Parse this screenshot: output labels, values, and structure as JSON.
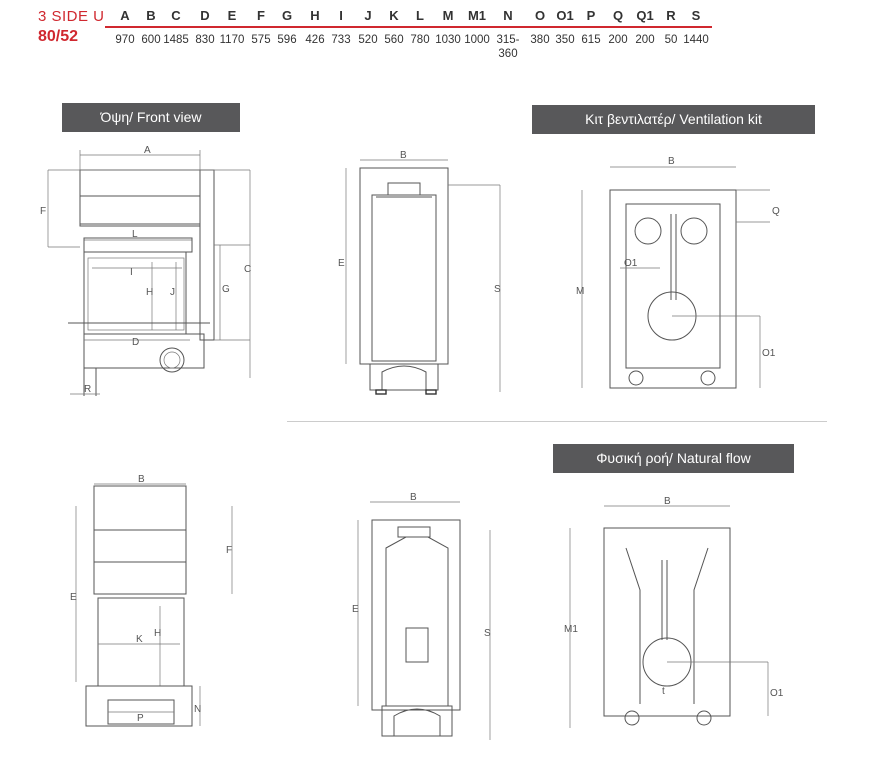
{
  "model": {
    "name": "3 SIDE U",
    "size": "80/52"
  },
  "dimension_table": {
    "headers": [
      "A",
      "B",
      "C",
      "D",
      "E",
      "F",
      "G",
      "H",
      "I",
      "J",
      "K",
      "L",
      "M",
      "M1",
      "N",
      "O",
      "O1",
      "P",
      "Q",
      "Q1",
      "R",
      "S"
    ],
    "values": [
      "970",
      "600",
      "1485",
      "830",
      "1170",
      "575",
      "596",
      "426",
      "733",
      "520",
      "560",
      "780",
      "1030",
      "1000",
      "315-\n360",
      "380",
      "350",
      "615",
      "200",
      "200",
      "50",
      "1440"
    ]
  },
  "panels": {
    "front_view": "Όψη/ Front view",
    "ventilation_kit": "Κιτ βεντιλατέρ/ Ventilation kit",
    "natural_flow": "Φυσική ροή/ Natural flow"
  },
  "drawing_labels": {
    "A": "A",
    "B": "B",
    "C": "C",
    "D": "D",
    "E": "E",
    "F": "F",
    "G": "G",
    "H": "H",
    "I": "I",
    "J": "J",
    "K": "K",
    "L": "L",
    "M": "M",
    "M1": "M1",
    "N": "N",
    "O1": "O1",
    "P": "P",
    "Q": "Q",
    "R": "R",
    "S": "S",
    "t": "t"
  },
  "colors": {
    "accent": "#d0282f",
    "tag_bg": "#58585a",
    "line": "#555555"
  }
}
